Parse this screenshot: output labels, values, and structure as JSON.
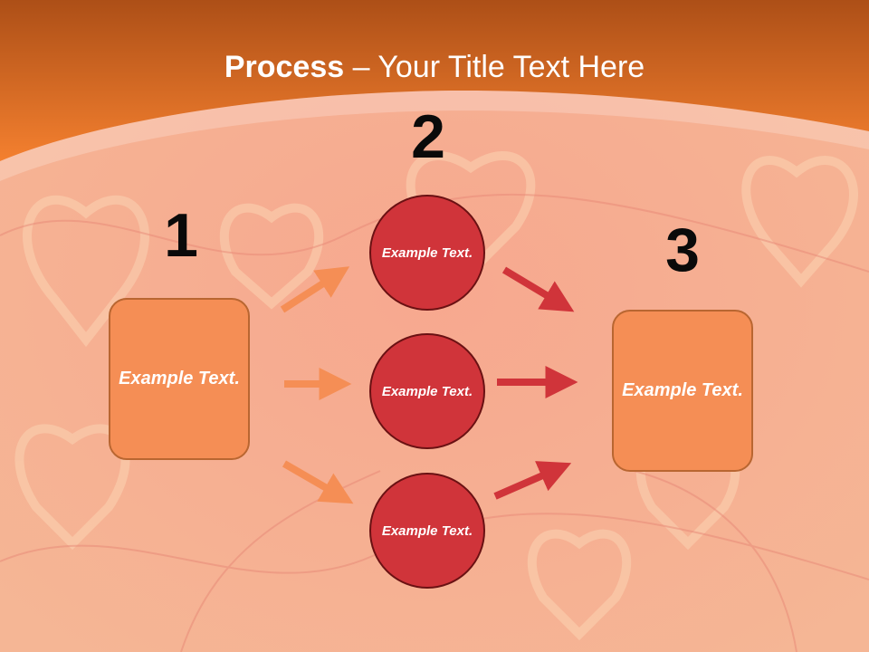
{
  "slide": {
    "title_bold": "Process",
    "title_rest": " – Your Title Text Here",
    "steps": [
      "1",
      "2",
      "3"
    ],
    "left_box": "Example Text.",
    "circles": [
      "Example Text.",
      "Example Text.",
      "Example Text."
    ],
    "right_box": "Example Text."
  },
  "colors": {
    "header": "#f07a2e",
    "box_fill": "#f58e55",
    "circle_fill": "#d0343a",
    "arrow_orange": "#f58e55",
    "arrow_red": "#d0343a"
  }
}
